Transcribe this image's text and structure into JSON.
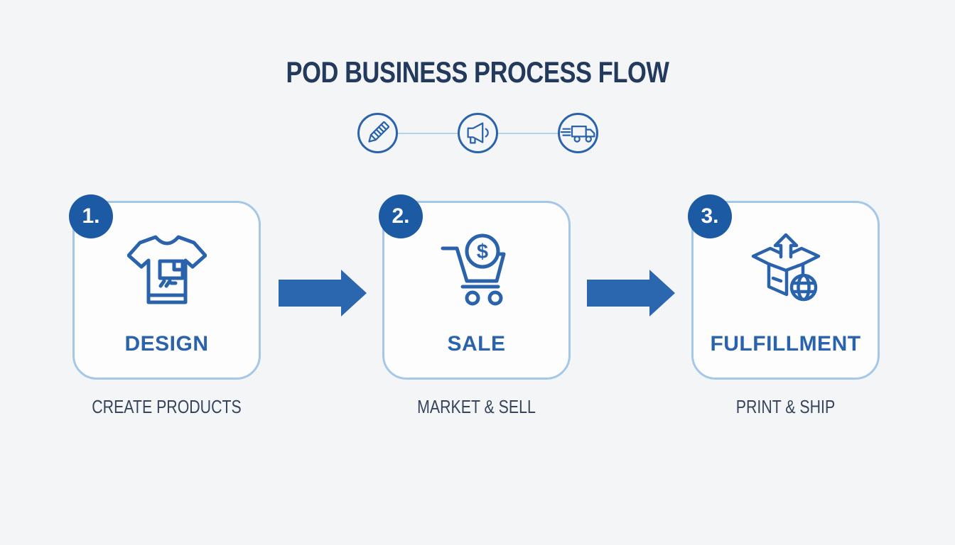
{
  "title": "POD BUSINESS PROCESS FLOW",
  "header_icons": [
    {
      "name": "pencil-icon"
    },
    {
      "name": "megaphone-icon"
    },
    {
      "name": "delivery-truck-icon"
    }
  ],
  "steps": [
    {
      "number": "1.",
      "label": "DESIGN",
      "sublabel": "CREATE PRODUCTS",
      "icon": "tshirt-icon"
    },
    {
      "number": "2.",
      "label": "SALE",
      "sublabel": "MARKET & SELL",
      "icon": "shopping-cart-dollar-icon"
    },
    {
      "number": "3.",
      "label": "FULFILLMENT",
      "sublabel": "PRINT & SHIP",
      "icon": "shipping-box-globe-icon"
    }
  ],
  "glyphs": {
    "dollar": "$"
  },
  "colors": {
    "background": "#f4f5f6",
    "card_background": "#fdfdfe",
    "card_border": "#a5c8e6",
    "accent_blue": "#2a63ac",
    "badge_blue": "#1d5aa4",
    "arrow_blue": "#2b67af",
    "title_navy": "#233a5c",
    "sublabel_slate": "#36455c",
    "connector_light_blue": "#b9d4ea"
  }
}
